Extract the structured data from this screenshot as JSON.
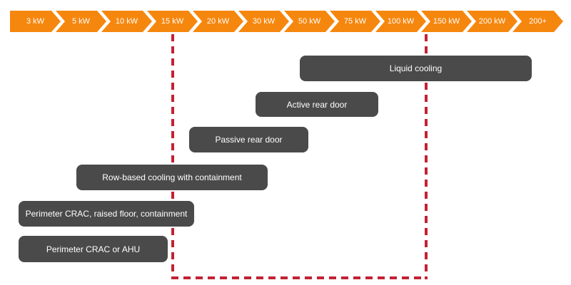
{
  "timeline": {
    "unit": "kW",
    "segments": [
      "3 kW",
      "5 kW",
      "10 kW",
      "15 kW",
      "20 kW",
      "30 kW",
      "50 kW",
      "75 kW",
      "100 kW",
      "150 kW",
      "200 kW",
      "200+"
    ],
    "color": "#F6870E",
    "text_color": "#FFFFFF"
  },
  "bars": [
    {
      "label": "Liquid cooling",
      "approx_range_kw": "50 to 200+"
    },
    {
      "label": "Active rear door",
      "approx_range_kw": "30 to 100"
    },
    {
      "label": "Passive rear door",
      "approx_range_kw": "20 to 50"
    },
    {
      "label": "Row-based cooling with containment",
      "approx_range_kw": "10 to 40"
    },
    {
      "label": "Perimeter CRAC, raised floor, containment",
      "approx_range_kw": "3 to 20"
    },
    {
      "label": "Perimeter CRAC or AHU",
      "approx_range_kw": "3 to 15"
    }
  ],
  "bar_style": {
    "background": "#4A4A4A",
    "text_color": "#FFFFFF"
  },
  "highlight": {
    "approx_range_kw": "15 to 150",
    "line_color": "#C32134",
    "line_style": "dashed",
    "shape": "open-top-rectangle"
  }
}
